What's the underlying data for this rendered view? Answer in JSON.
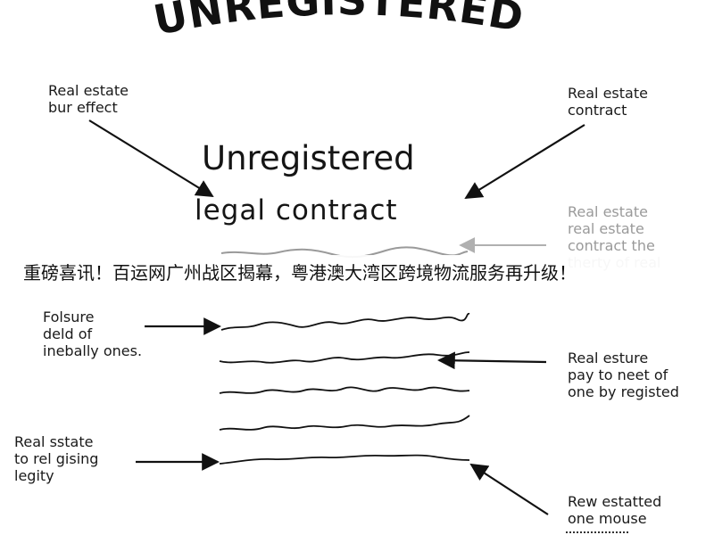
{
  "headline": "UNREGISTERED",
  "center_title": "Unregistered",
  "center_subtitle": "legal contract",
  "left_labels": {
    "top": "Real estate\nbur effect",
    "middle": "Folsure\ndeld of\ninebally ones.",
    "bottom": "Real sstate\nto rel gising\nlegity"
  },
  "right_labels": {
    "top": "Real estate\ncontract",
    "middle_faded": "Real estate\nreal estate\ncontract the\ntherty of real",
    "middle": "Real esture\npay to neet of\none by registed",
    "bottom": "Rew estatted\none mouse"
  },
  "banner_text": "重磅喜讯！百运网广州战区揭幕，粤港澳大湾区跨境物流服务再升级！",
  "colors": {
    "ink": "#111111",
    "faded": "#9a9a9a",
    "background": "#ffffff"
  }
}
